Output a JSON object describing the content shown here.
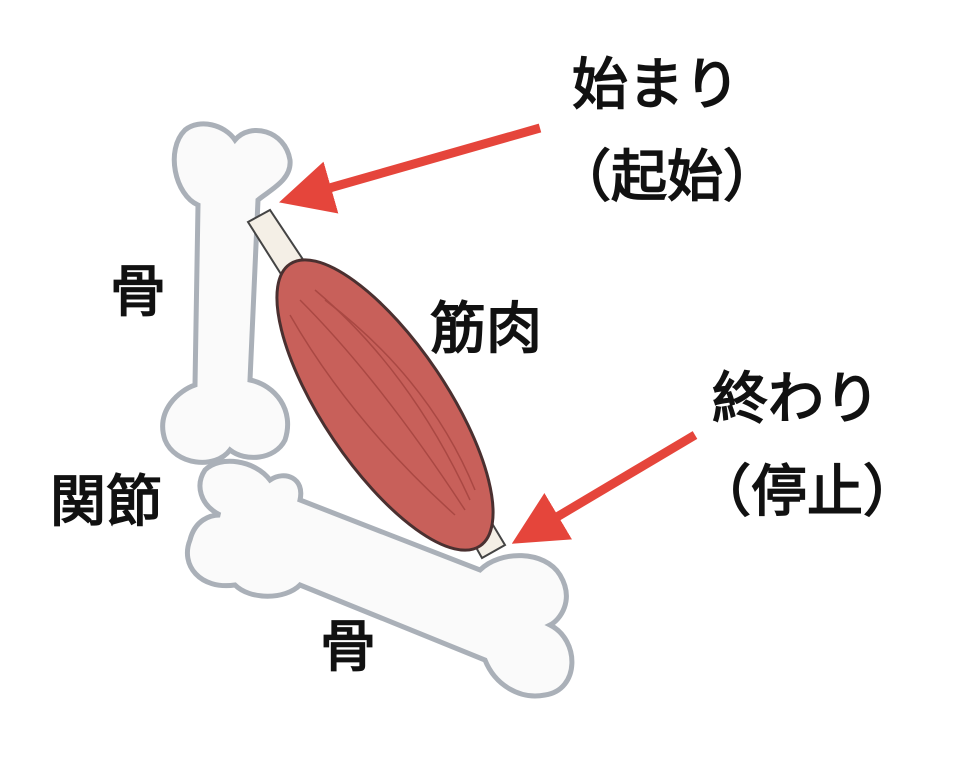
{
  "labels": {
    "origin": "始まり",
    "origin_term": "（起始）",
    "insertion": "終わり",
    "insertion_term": "（停止）",
    "muscle": "筋肉",
    "joint": "関節",
    "bone_upper": "骨",
    "bone_lower": "骨"
  },
  "colors": {
    "arrow": "#e5453b",
    "muscle": "#c8605a",
    "bone_fill": "#fafafa",
    "bone_outline": "#aab0b8"
  }
}
